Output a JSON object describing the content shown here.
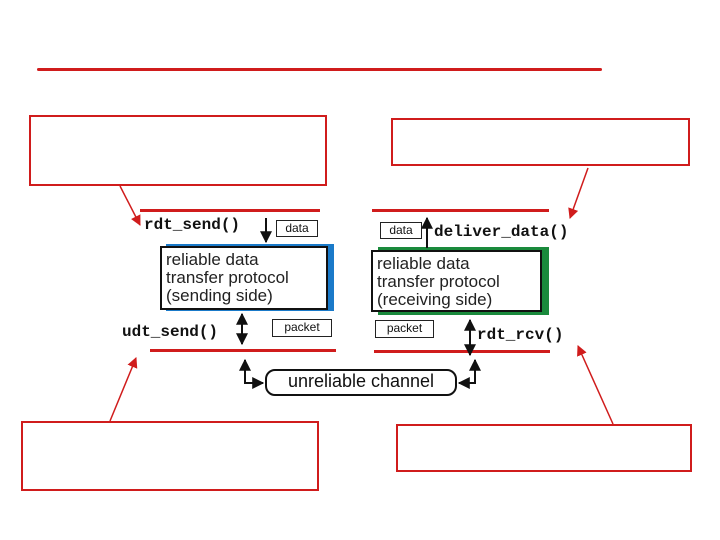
{
  "sender": {
    "api_call": "rdt_send()",
    "data_tag": "data",
    "protocol_lines": [
      "reliable data",
      "transfer protocol",
      "(sending side)"
    ],
    "lower_call": "udt_send()",
    "packet_tag": "packet",
    "accent_color": "#1a7ac9"
  },
  "receiver": {
    "api_call": "deliver_data()",
    "data_tag": "data",
    "protocol_lines": [
      "reliable data",
      "transfer protocol",
      "(receiving side)"
    ],
    "lower_call": "rdt_rcv()",
    "packet_tag": "packet",
    "accent_color": "#1a8a3c"
  },
  "channel": {
    "label": "unreliable channel"
  },
  "colors": {
    "callout_border": "#d01c1c",
    "arrow": "#d01c1c"
  }
}
